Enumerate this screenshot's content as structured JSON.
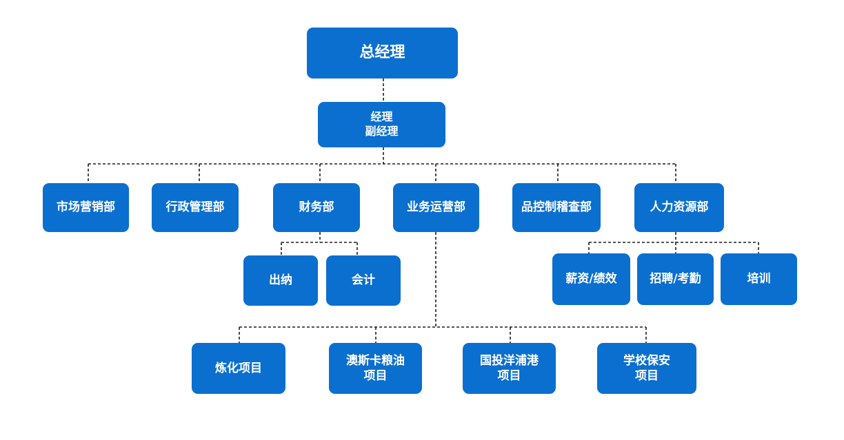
{
  "nodes": {
    "general_manager": "总经理",
    "manager_line1": "经理",
    "manager_line2": "副经理",
    "marketing": "市场营销部",
    "admin": "行政管理部",
    "finance": "财务部",
    "operations": "业务运营部",
    "quality": "品控制稽查部",
    "hr": "人力资源部",
    "cashier": "出纳",
    "accounting": "会计",
    "salary": "薪资/绩效",
    "recruit": "招聘/考勤",
    "training": "培训",
    "project1": "炼化项目",
    "project2_line1": "澳斯卡粮油",
    "project2_line2": "项目",
    "project3_line1": "国投洋浦港",
    "project3_line2": "项目",
    "project4_line1": "学校保安",
    "project4_line2": "项目"
  },
  "colors": {
    "node": "#0b6fcf",
    "text": "#ffffff",
    "line": "#1a1a1a"
  }
}
